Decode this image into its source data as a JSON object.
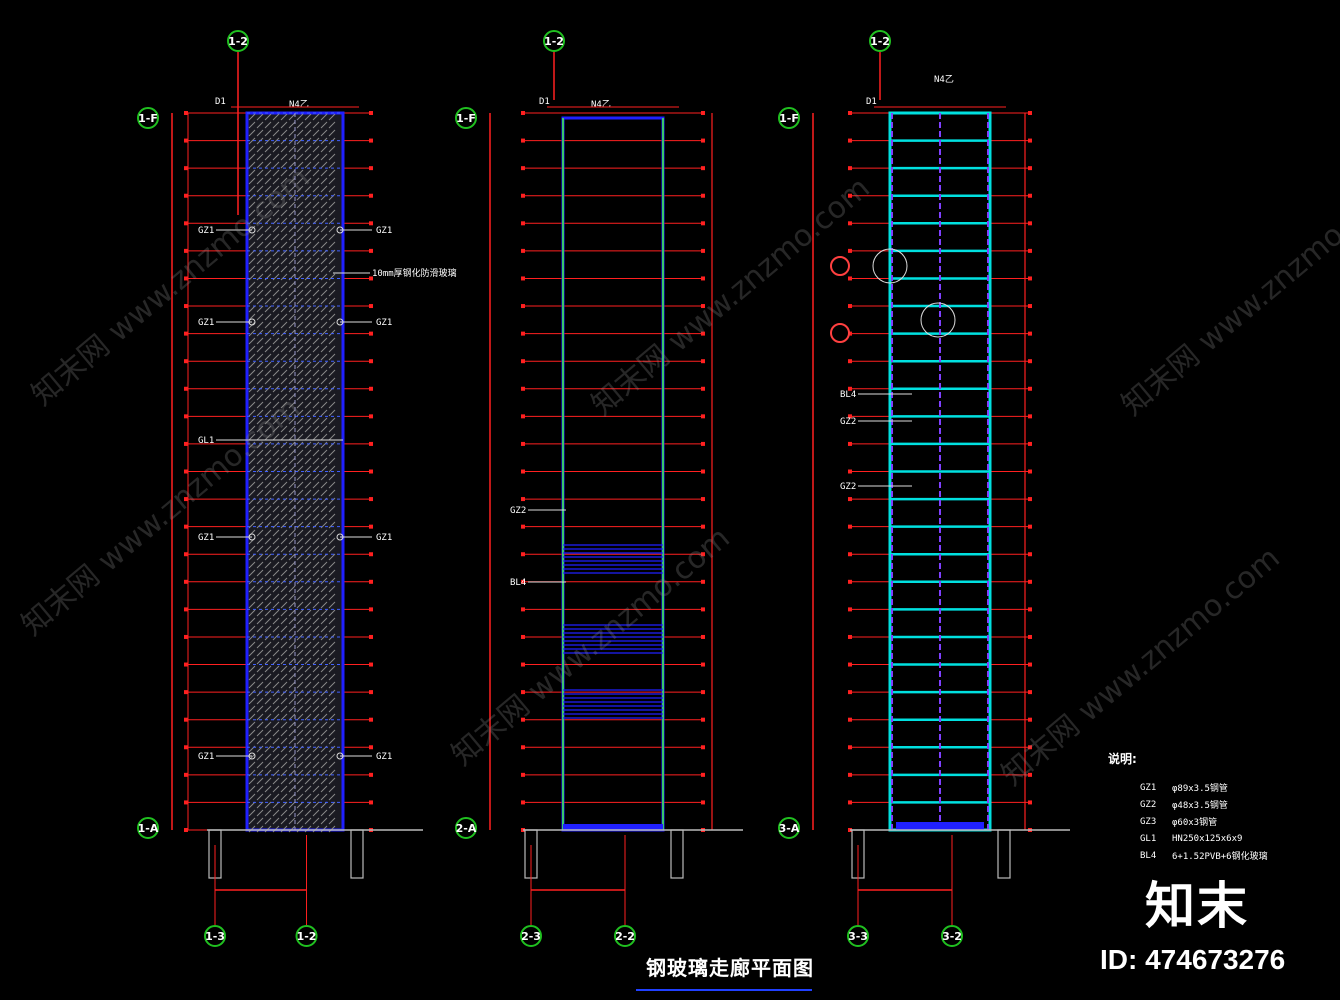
{
  "drawing": {
    "title": "钢玻璃走廊平面图",
    "panels": [
      {
        "top_axis": "1-2",
        "side_axis_top": "1-F",
        "side_axis_bottom": "1-A",
        "bottom_axes": [
          "1-3",
          "1-2"
        ],
        "header_tag": "D1",
        "header_text": "N4乙",
        "notes_left": [
          "GZ1",
          "GZ1",
          "GL1",
          "GZ1",
          "GZ1"
        ],
        "notes_right": [
          "GZ1",
          "10mm厚钢化防滑玻璃",
          "GZ1",
          "GZ1",
          "GZ1"
        ]
      },
      {
        "top_axis": "1-2",
        "side_axis_top": "1-F",
        "side_axis_bottom": "2-A",
        "bottom_axes": [
          "2-3",
          "2-2"
        ],
        "header_tag": "D1",
        "header_text": "N4乙",
        "notes_left": [
          "GZ2",
          "BL4"
        ],
        "notes_right": []
      },
      {
        "top_axis": "1-2",
        "side_axis_top": "1-F",
        "side_axis_bottom": "3-A",
        "bottom_axes": [
          "3-3",
          "3-2"
        ],
        "header_tag": "D1",
        "header_text": "N4乙",
        "notes_left": [
          "BL4",
          "GZ2",
          "GZ2"
        ],
        "notes_right": []
      }
    ],
    "legend": {
      "title": "说明:",
      "items": [
        {
          "code": "GZ1",
          "text": "φ89x3.5钢管"
        },
        {
          "code": "GZ2",
          "text": "φ48x3.5钢管"
        },
        {
          "code": "GZ3",
          "text": "φ60x3钢管"
        },
        {
          "code": "GL1",
          "text": "HN250x125x6x9"
        },
        {
          "code": "BL4",
          "text": "6+1.52PVB+6钢化玻璃"
        }
      ]
    },
    "brand": "知末",
    "image_id": "ID: 474673276",
    "watermark": "知末网 www.znzmo.com",
    "colors": {
      "background": "#000000",
      "dim_red": "#ff2020",
      "axis_green": "#20c020",
      "outline_blue": "#2020ff",
      "beam_cyan": "#00e0e0",
      "hatch_gray": "#8a8a8a"
    }
  }
}
